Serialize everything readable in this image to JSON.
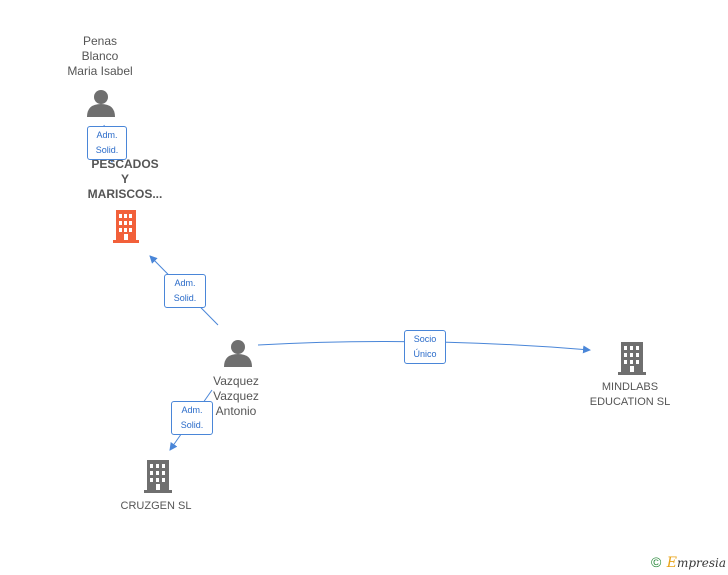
{
  "nodes": {
    "penas": {
      "name_lines": [
        "Penas",
        "Blanco",
        "Maria Isabel"
      ],
      "icon": "person-icon"
    },
    "pescados": {
      "name_lines": [
        "PESCADOS",
        "Y",
        "MARISCOS..."
      ],
      "icon": "building-icon",
      "color": "#f2603a"
    },
    "vazquez": {
      "name_lines": [
        "Vazquez",
        "Vazquez",
        "Antonio"
      ],
      "icon": "person-icon"
    },
    "mindlabs": {
      "name_lines": [
        "MINDLABS",
        "EDUCATION  SL"
      ],
      "icon": "building-icon",
      "color": "#6f6f6f"
    },
    "cruzgen": {
      "name_lines": [
        "CRUZGEN  SL"
      ],
      "icon": "building-icon",
      "color": "#6f6f6f"
    }
  },
  "edges": [
    {
      "id": "penas-pescados",
      "label_lines": [
        "Adm.",
        "Solid."
      ]
    },
    {
      "id": "vazquez-pescados",
      "label_lines": [
        "Adm.",
        "Solid."
      ]
    },
    {
      "id": "vazquez-mindlabs",
      "label_lines": [
        "Socio",
        "Único"
      ]
    },
    {
      "id": "vazquez-cruzgen",
      "label_lines": [
        "Adm.",
        "Solid."
      ]
    }
  ],
  "colors": {
    "edge": "#4a86d8",
    "person": "#6f6f6f",
    "highlight_company": "#f2603a",
    "company": "#6f6f6f"
  },
  "footer": {
    "copyright": "©",
    "brand_initial": "E",
    "brand_rest": "mpresia"
  }
}
